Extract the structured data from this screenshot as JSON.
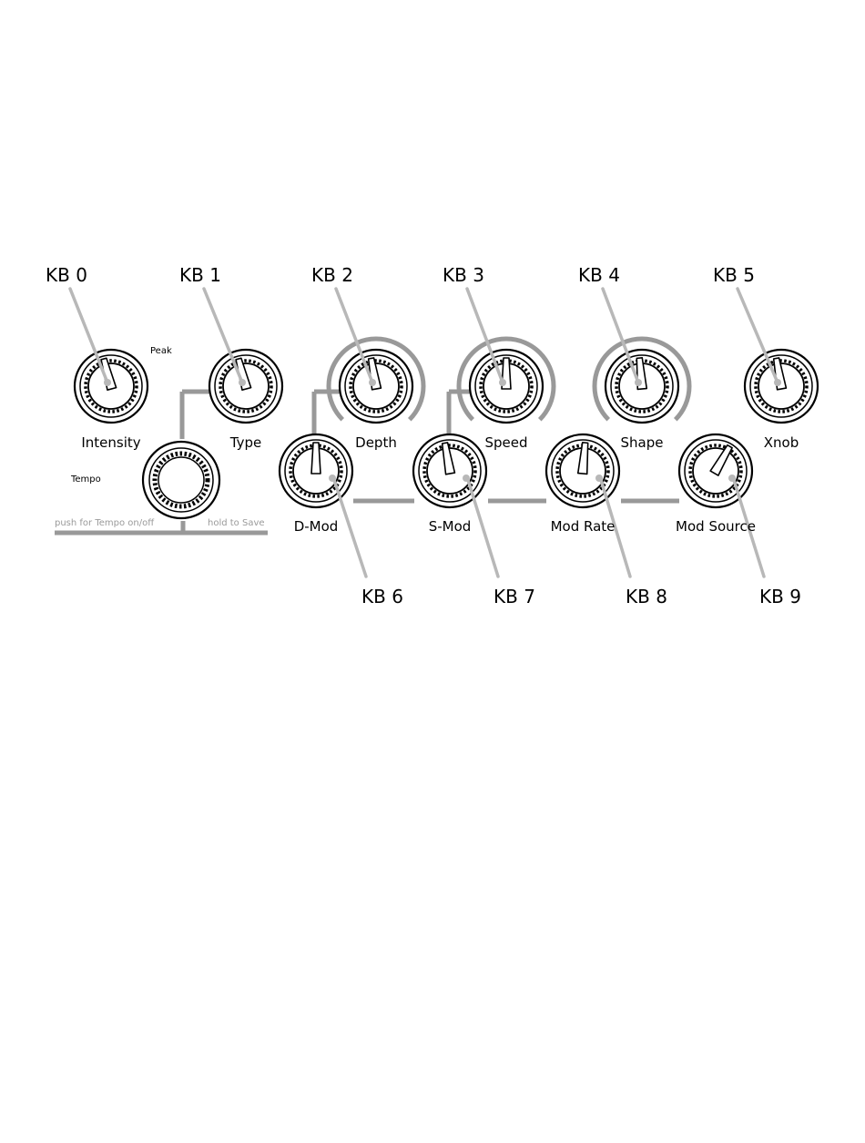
{
  "diagram": {
    "line_color": "#999999",
    "outline_color": "#000000",
    "background": "#ffffff",
    "top_callouts": [
      "KB 0",
      "KB 1",
      "KB 2",
      "KB 3",
      "KB 4",
      "KB 5"
    ],
    "bottom_callouts": [
      "KB 6",
      "KB 7",
      "KB 8",
      "KB 9"
    ],
    "top_knobs": [
      {
        "label": "Intensity",
        "pointer_deg": -15,
        "arc": false
      },
      {
        "label": "Type",
        "pointer_deg": -15,
        "arc": false
      },
      {
        "label": "Depth",
        "pointer_deg": -10,
        "arc": true
      },
      {
        "label": "Speed",
        "pointer_deg": 0,
        "arc": true
      },
      {
        "label": "Shape",
        "pointer_deg": -5,
        "arc": true
      },
      {
        "label": "Xnob",
        "pointer_deg": -10,
        "arc": false
      }
    ],
    "bottom_knobs": [
      {
        "label": "D-Mod",
        "pointer_deg": 0
      },
      {
        "label": "S-Mod",
        "pointer_deg": -10
      },
      {
        "label": "Mod Rate",
        "pointer_deg": 5
      },
      {
        "label": "Mod Source",
        "pointer_deg": 30
      }
    ],
    "footswitch": {
      "label": "Tempo"
    },
    "peak_label": "Peak",
    "rail_left_label": "push for Tempo on/off",
    "rail_right_label": "hold to Save"
  }
}
